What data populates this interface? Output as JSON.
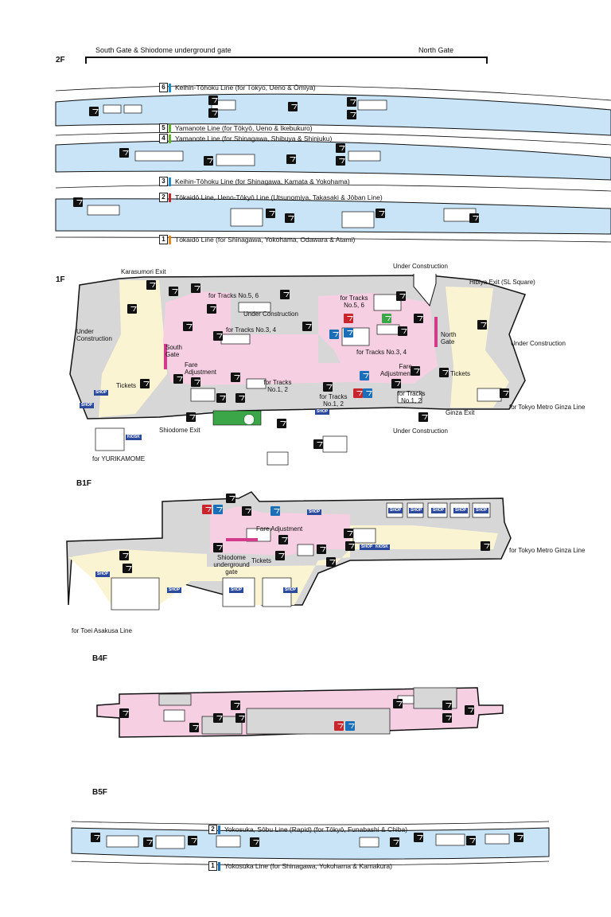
{
  "floors": {
    "f2": "2F",
    "f1": "1F",
    "b1": "B1F",
    "b4": "B4F",
    "b5": "B5F"
  },
  "header": {
    "south_gate": "South Gate & Shiodome underground gate",
    "north_gate": "North Gate"
  },
  "colors": {
    "platform": "#c8e4f6",
    "concourse": "#f6cfe2",
    "passage": "#fbf4d2",
    "station_gray": "#d7d7d7",
    "outline": "#111111",
    "shop_blue": "#2c4a9c"
  },
  "tracks_2f": [
    {
      "no": "6",
      "color": "#1a8fd0",
      "label": "Keihin-Tōhoku Line (for Tōkyō, Ueno & Ōmiya)"
    },
    {
      "no": "5",
      "color": "#62b330",
      "label": "Yamanote Line (for Tōkyō, Ueno & Ikebukuro)"
    },
    {
      "no": "4",
      "color": "#62b330",
      "label": "Yamanote Line (for Shinagawa, Shibuya & Shinjuku)"
    },
    {
      "no": "3",
      "color": "#1a8fd0",
      "label": "Keihin-Tōhoku Line (for Shinagawa, Kamata & Yokohama)"
    },
    {
      "no": "2",
      "color": "#c9252c",
      "label": "Tōkaidō Line, Ueno-Tōkyō Line (Utsunomiya, Takasaki & Jōban Line)"
    },
    {
      "no": "1",
      "color": "#e58a1f",
      "label": "Tōkaidō Line (for Shinagawa, Yokohama, Odawara & Atami)"
    }
  ],
  "tracks_b5": [
    {
      "no": "2",
      "color": "#1a6fb8",
      "label": "Yokosuka, Sōbu Line (Rapid) (for Tōkyō, Funabashi & Chiba)"
    },
    {
      "no": "1",
      "color": "#1a6fb8",
      "label": "Yokosuka Line (for Shinagawa, Yokohama & Kamakura)"
    }
  ],
  "f1": {
    "karasumori": "Karasumori Exit",
    "under_construction_top": "Under Construction",
    "hibiya": "Hibiya Exit (SL Square)",
    "uc_left": "Under Construction",
    "uc_center": "Under Construction",
    "uc_right": "Under Construction",
    "uc_bottom": "Under Construction",
    "tracks56_a": "for Tracks No.5, 6",
    "tracks56_b": "for Tracks No.5, 6",
    "tracks34_a": "for Tracks No.3, 4",
    "tracks34_b": "for Tracks No.3, 4",
    "tracks12_a": "for Tracks No.1, 2",
    "tracks12_b": "for Tracks No.1, 2",
    "tracks12_c": "for Tracks No.1, 2",
    "south_gate": "South Gate",
    "north_gate": "North Gate",
    "fare_left": "Fare Adjustment",
    "fare_right": "Fare Adjustment",
    "tickets_left": "Tickets",
    "tickets_right": "Tickets",
    "shiodome": "Shiodome Exit",
    "ginza_exit": "Ginza Exit",
    "yurikamome": "for YURIKAMOME",
    "tokyo_metro": "for Tokyo Metro Ginza Line",
    "shop": "SHOP",
    "kiosk": "KIOSK"
  },
  "b1": {
    "fare": "Fare Adjustment",
    "shiodome_gate": "Shiodome underground gate",
    "tickets": "Tickets",
    "tokyo_metro": "for Tokyo Metro Ginza Line",
    "toei": "for Toei Asakusa Line",
    "shop": "SHOP",
    "kiosk": "KIOSK"
  }
}
